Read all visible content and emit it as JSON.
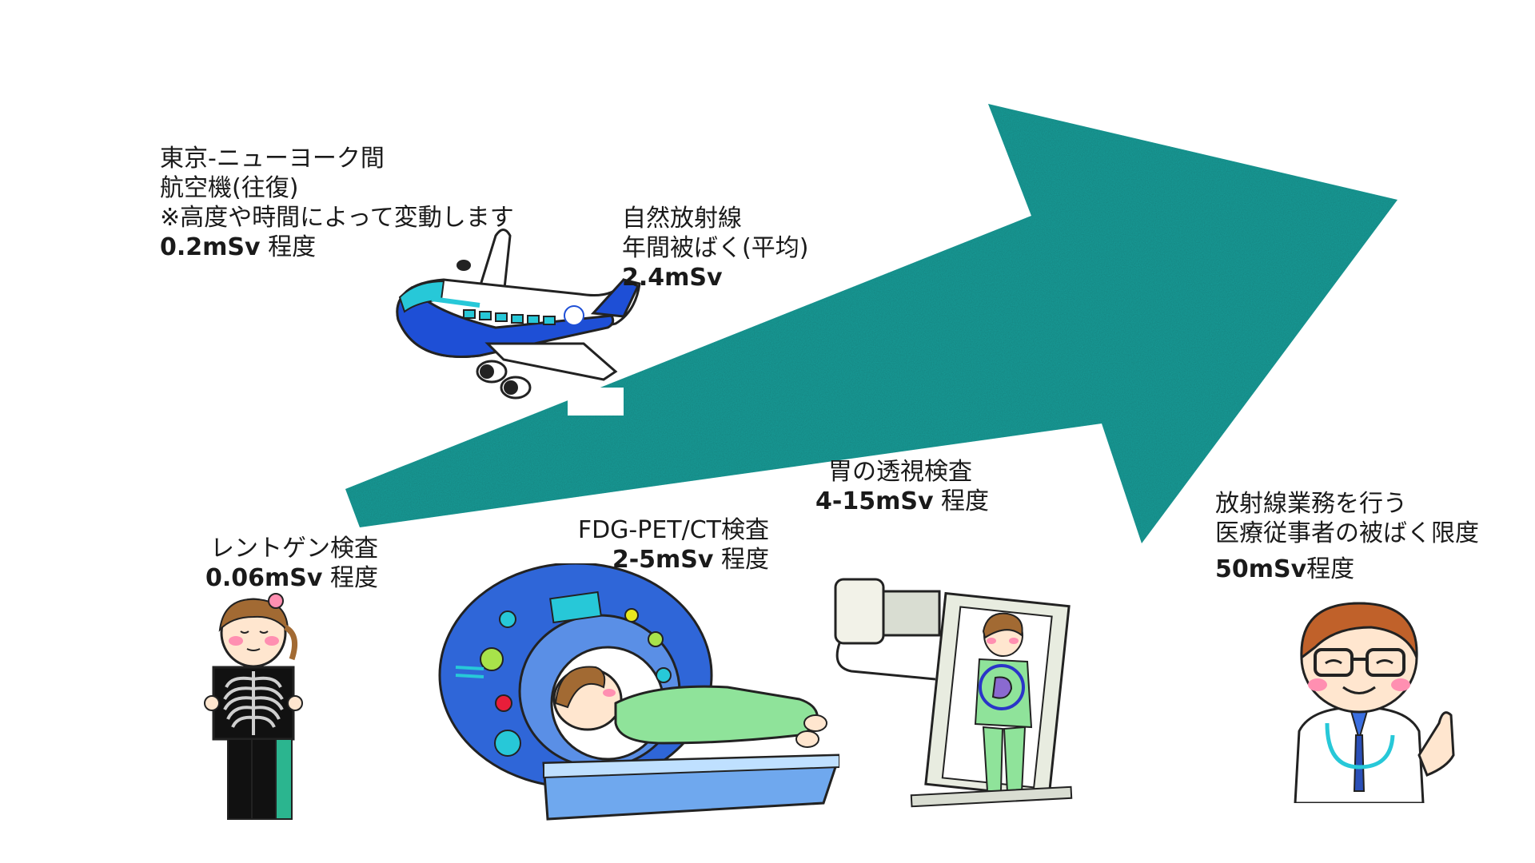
{
  "colors": {
    "arrow": "#1f9e9a",
    "arrow_dark": "#147a77",
    "plane_blue": "#1e4fd6",
    "plane_accent": "#27c8d8",
    "scanner_blue": "#2f66d8",
    "bed_blue": "#6fa8ee",
    "gown_green": "#8fe39a",
    "skin": "#ffe6cf",
    "hair": "#a26a33",
    "scrub_green": "#2bb58f",
    "cheek": "#ff8fb1",
    "stomach_ring": "#2a35c8",
    "stomach": "#8a6ad0",
    "machine_gray": "#d9ddd2"
  },
  "labels": {
    "flight": {
      "lines": [
        "東京-ニューヨーク間",
        "航空機(往復)",
        "※高度や時間によって変動します"
      ],
      "value": "0.2mSv",
      "suffix": " 程度"
    },
    "natural": {
      "lines": [
        "自然放射線",
        "年間被ばく(平均)"
      ],
      "value": "2.4mSv",
      "suffix": ""
    },
    "xray": {
      "lines": [
        "レントゲン検査"
      ],
      "value": "0.06mSv",
      "suffix": " 程度"
    },
    "petct": {
      "lines": [
        "FDG-PET/CT検査"
      ],
      "value": "2-5mSv",
      "suffix": " 程度"
    },
    "stomach": {
      "lines": [
        "胃の透視検査"
      ],
      "value": "4-15mSv",
      "suffix": " 程度"
    },
    "worker": {
      "lines": [
        "放射線業務を行う",
        "医療従事者の被ばく限度"
      ],
      "value": "50mSv",
      "suffix": "程度"
    }
  },
  "icons": {
    "arrow": "trend-up-arrow",
    "plane": "airplane-icon",
    "xray": "xray-nurse-icon",
    "petct": "pet-ct-scanner-icon",
    "stomach": "fluoroscopy-icon",
    "doctor": "doctor-icon"
  }
}
